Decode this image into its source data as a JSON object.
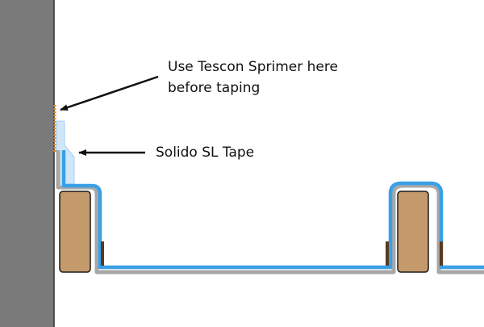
{
  "labels": {
    "primer_line1": "Use Tescon Sprimer here",
    "primer_line2": "before taping",
    "tape": "Solido SL Tape"
  },
  "colors": {
    "wall": "#7a7a7a",
    "wall_edge": "#333333",
    "membrane_grey": "#a8a8a8",
    "membrane_blue": "#3aa0e6",
    "tape": "#cfe7fa",
    "primer": "#e8892a",
    "timber": "#c49a6c",
    "timber_edge": "#1a1a1a",
    "fastener": "#5a3a1c",
    "arrow": "#111111"
  }
}
